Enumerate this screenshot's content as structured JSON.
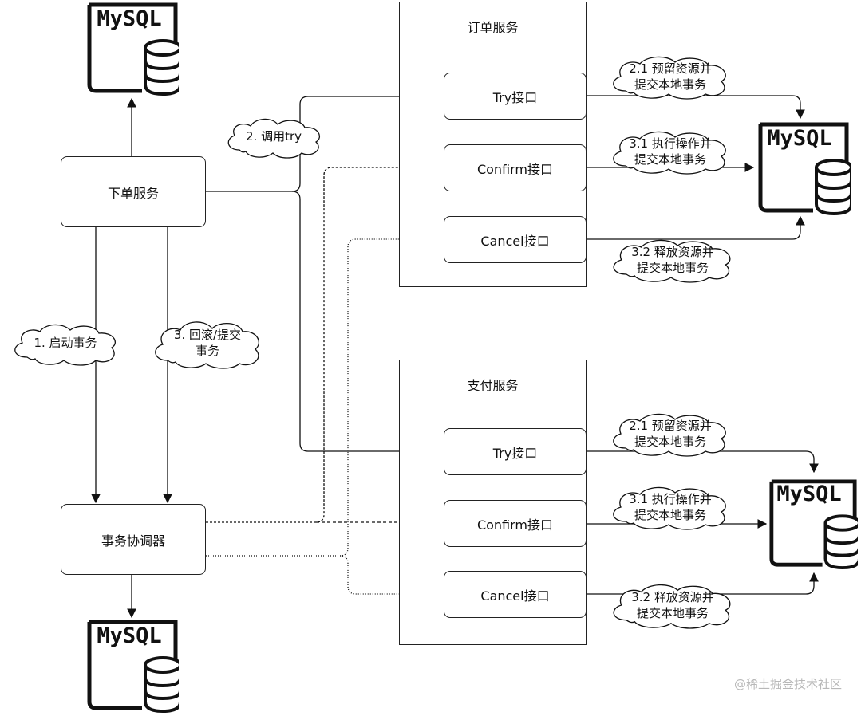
{
  "services": {
    "order_service": "下单服务",
    "coordinator": "事务协调器"
  },
  "groups": {
    "order": {
      "title": "订单服务",
      "try": "Try接口",
      "confirm": "Confirm接口",
      "cancel": "Cancel接口"
    },
    "payment": {
      "title": "支付服务",
      "try": "Try接口",
      "confirm": "Confirm接口",
      "cancel": "Cancel接口"
    }
  },
  "steps": {
    "start_tx": "1. 启动事务",
    "call_try": "2. 调用try",
    "rollback_commit_line1": "3. 回滚/提交",
    "rollback_commit_line2": "事务",
    "order_reserve_line1": "2.1 预留资源并",
    "order_reserve_line2": "提交本地事务",
    "order_execute_line1": "3.1 执行操作并",
    "order_execute_line2": "提交本地事务",
    "order_release_line1": "3.2 释放资源并",
    "order_release_line2": "提交本地事务",
    "pay_reserve_line1": "2.1 预留资源并",
    "pay_reserve_line2": "提交本地事务",
    "pay_execute_line1": "3.1 执行操作并",
    "pay_execute_line2": "提交本地事务",
    "pay_release_line1": "3.2 释放资源并",
    "pay_release_line2": "提交本地事务"
  },
  "databases": {
    "label": "MySQL"
  },
  "watermark": "@稀土掘金技术社区"
}
